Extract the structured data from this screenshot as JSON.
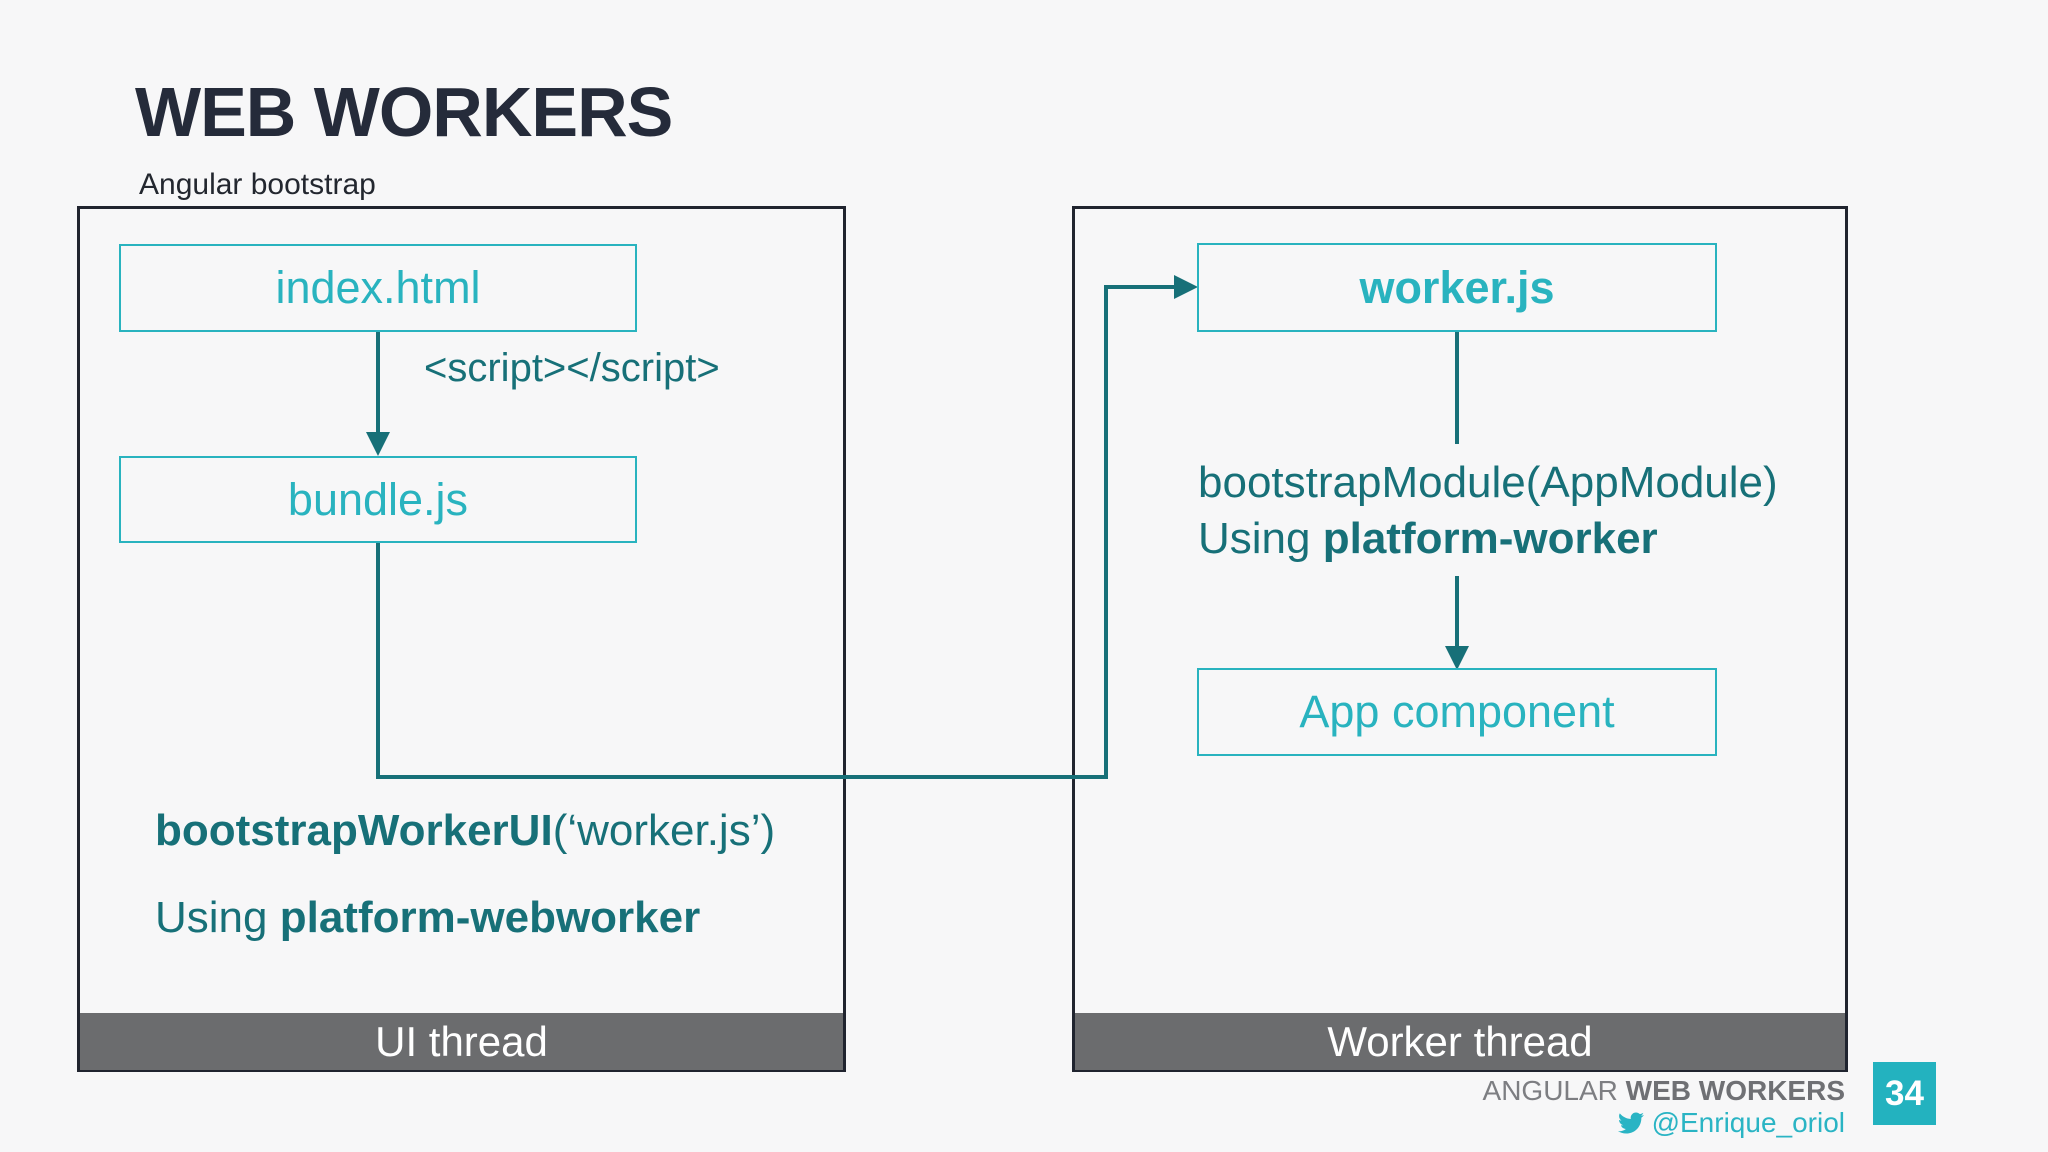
{
  "title": "WEB WORKERS",
  "subtitle": "Angular bootstrap",
  "left_panel": {
    "thread_label": "UI thread",
    "nodes": {
      "index_html": "index.html",
      "bundle_js": "bundle.js"
    },
    "script_annotation": "<script></script>",
    "code_line1_bold": "bootstrapWorkerUI",
    "code_line1_rest": "(‘worker.js’)",
    "code_line2_prefix": "Using ",
    "code_line2_bold": "platform-webworker"
  },
  "right_panel": {
    "thread_label": "Worker thread",
    "nodes": {
      "worker_js": "worker.js",
      "app_component": "App component"
    },
    "code_line1": "bootstrapModule(AppModule)",
    "code_line2_prefix": "Using ",
    "code_line2_bold": "platform-worker"
  },
  "footer": {
    "brand_prefix": "ANGULAR ",
    "brand_bold": "WEB WORKERS",
    "twitter_icon": "twitter-bird-icon",
    "twitter_handle": "@Enrique_oriol",
    "page_number": "34"
  },
  "colors": {
    "background": "#F7F7F8",
    "title_navy": "#252B3A",
    "panel_border": "#20242F",
    "teal_light": "#29B3BF",
    "teal_dark": "#177078",
    "thread_bar_gray": "#6B6C6E",
    "footer_gray": "#7D7E82",
    "footer_accent": "#2AB4C4"
  }
}
